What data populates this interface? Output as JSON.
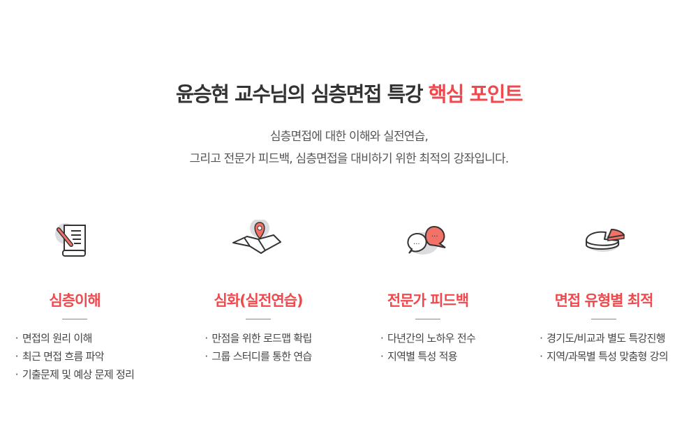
{
  "header": {
    "title_main": "윤승현 교수님의 심층면접 특강 ",
    "title_highlight": "핵심 포인트",
    "subtitle_line1": "심층면접에 대한 이해와 실전연습,",
    "subtitle_line2": "그리고 전문가 피드백, 심층면접을 대비하기 위한 최적의 강좌입니다."
  },
  "colors": {
    "accent": "#f0484c",
    "text": "#444444",
    "icon_bg": "#dcdce0"
  },
  "points": [
    {
      "icon": "pencil-document-icon",
      "title": "심층이해",
      "items": [
        "면접의 원리 이해",
        "최근 면접 흐름 파악",
        "기출문제 및 예상 문제 정리"
      ]
    },
    {
      "icon": "map-pin-icon",
      "title": "심화(실전연습)",
      "items": [
        "만점을 위한 로드맵 확립",
        "그룹 스터디를 통한 연습"
      ]
    },
    {
      "icon": "speech-bubbles-icon",
      "title": "전문가 피드백",
      "items": [
        "다년간의 노하우 전수",
        "지역별 특성 적용"
      ]
    },
    {
      "icon": "pie-chart-icon",
      "title": "면접 유형별 최적",
      "items": [
        "경기도/비교과 별도 특강진행",
        "지역/과목별 특성 맞춤형 강의"
      ]
    }
  ]
}
